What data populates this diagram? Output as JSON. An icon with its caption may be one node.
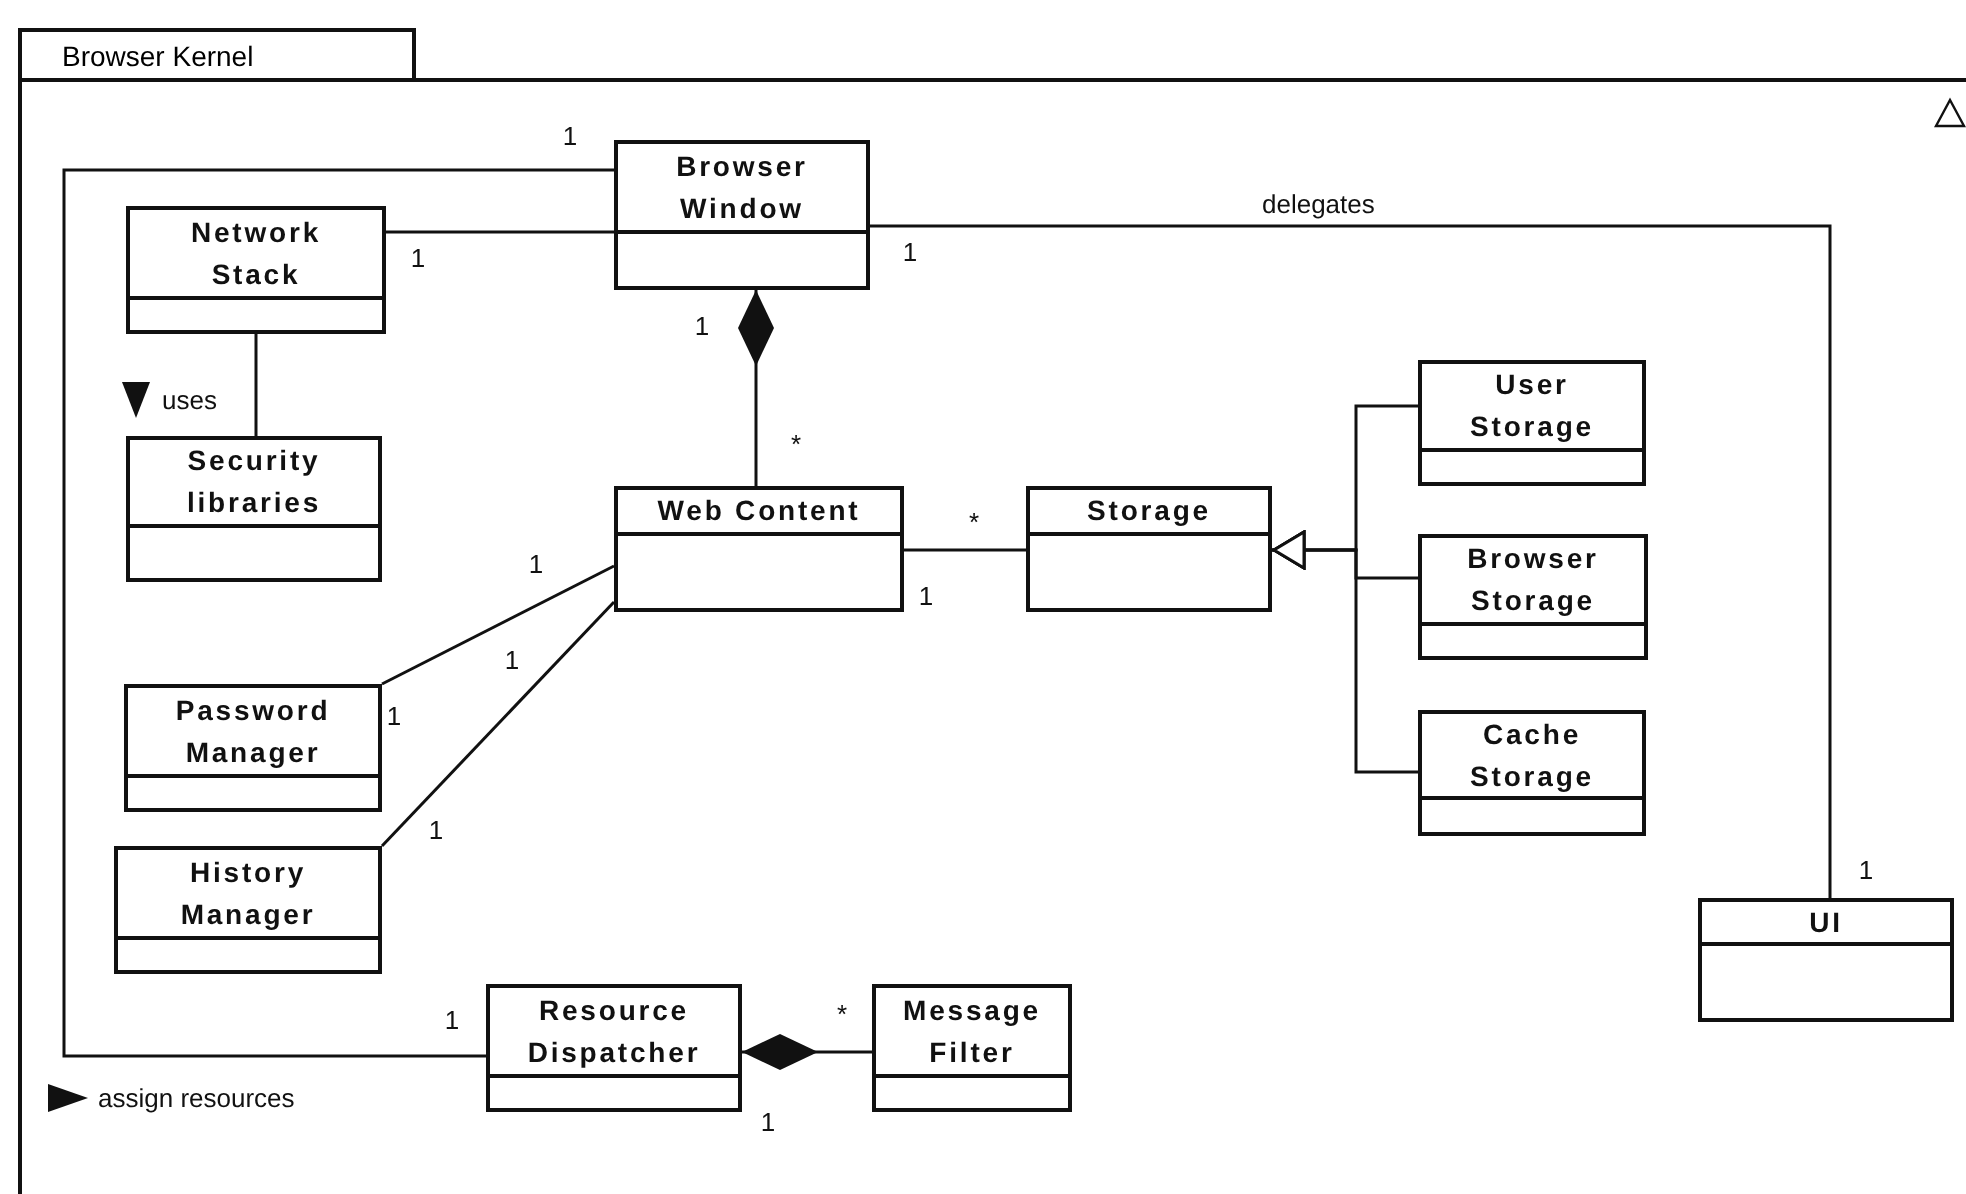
{
  "diagram": {
    "nodes": [
      {
        "text": [
          "Browser Kernel"
        ]
      },
      {
        "text": [
          "Browser Window"
        ],
        "in": 0
      },
      {
        "text": [
          "Network Stack"
        ],
        "in": 0
      },
      {
        "text": [
          "Security libraries"
        ],
        "in": 0
      },
      {
        "text": [
          "Web Content"
        ],
        "in": 0
      },
      {
        "text": [
          "Storage"
        ],
        "in": 0
      },
      {
        "text": [
          "User Storage"
        ],
        "in": 0
      },
      {
        "text": [
          "Browser Storage"
        ],
        "in": 0
      },
      {
        "text": [
          "Cache Storage"
        ],
        "in": 0
      },
      {
        "text": [
          "Password Manager"
        ],
        "in": 0
      },
      {
        "text": [
          "History Manager"
        ],
        "in": 0
      },
      {
        "text": [
          "UI"
        ],
        "in": 0
      },
      {
        "text": [
          "Resource Dispatcher"
        ],
        "in": 0
      },
      {
        "text": [
          "Message Filter"
        ],
        "in": 0
      }
    ],
    "edges": [
      {
        "from": 1,
        "to": 2,
        "arrow": "none"
      },
      {
        "from": 1,
        "to": 12,
        "arrow": "none",
        "label": "assign resources"
      },
      {
        "from": 1,
        "to": 11,
        "arrow": "none",
        "label": "delegates"
      },
      {
        "from": 1,
        "to": 4,
        "arrow": "other"
      },
      {
        "from": 2,
        "to": 3,
        "arrow": "none",
        "label": "uses"
      },
      {
        "from": 4,
        "to": 5,
        "arrow": "none"
      },
      {
        "from": 4,
        "to": 9,
        "arrow": "none"
      },
      {
        "from": 4,
        "to": 10,
        "arrow": "none"
      },
      {
        "from": 6,
        "to": 5,
        "arrow": "to"
      },
      {
        "from": 7,
        "to": 5,
        "arrow": "to"
      },
      {
        "from": 8,
        "to": 5,
        "arrow": "to"
      },
      {
        "from": 12,
        "to": 13,
        "arrow": "other"
      }
    ],
    "labels": [
      "1",
      "1",
      "1",
      "1",
      "*",
      "1",
      "*",
      "1",
      "1",
      "1",
      "1",
      "1",
      "1",
      "*",
      "1"
    ]
  }
}
